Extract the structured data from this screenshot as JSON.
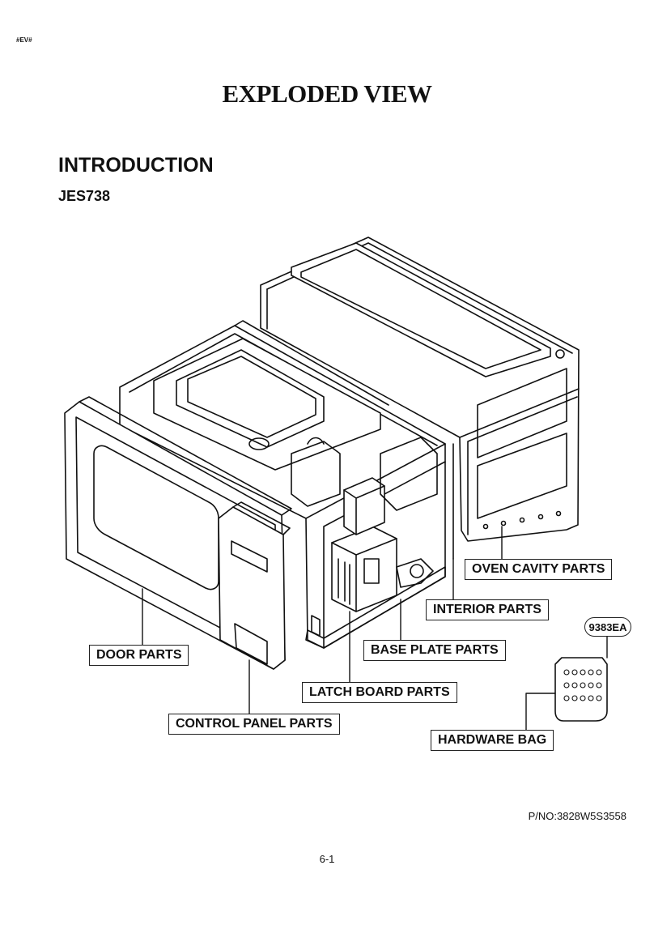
{
  "header": {
    "tag": "#EV#"
  },
  "title": "EXPLODED VIEW",
  "section": "INTRODUCTION",
  "model": "JES738",
  "labels": {
    "oven_cavity": "OVEN CAVITY PARTS",
    "interior": "INTERIOR PARTS",
    "base_plate": "BASE PLATE PARTS",
    "door": "DOOR PARTS",
    "latch_board": "LATCH BOARD PARTS",
    "control_panel": "CONTROL PANEL PARTS",
    "hardware_bag": "HARDWARE BAG",
    "hardware_code": "9383EA"
  },
  "footer": {
    "part_number": "P/NO:3828W5S3558",
    "page": "6-1"
  }
}
